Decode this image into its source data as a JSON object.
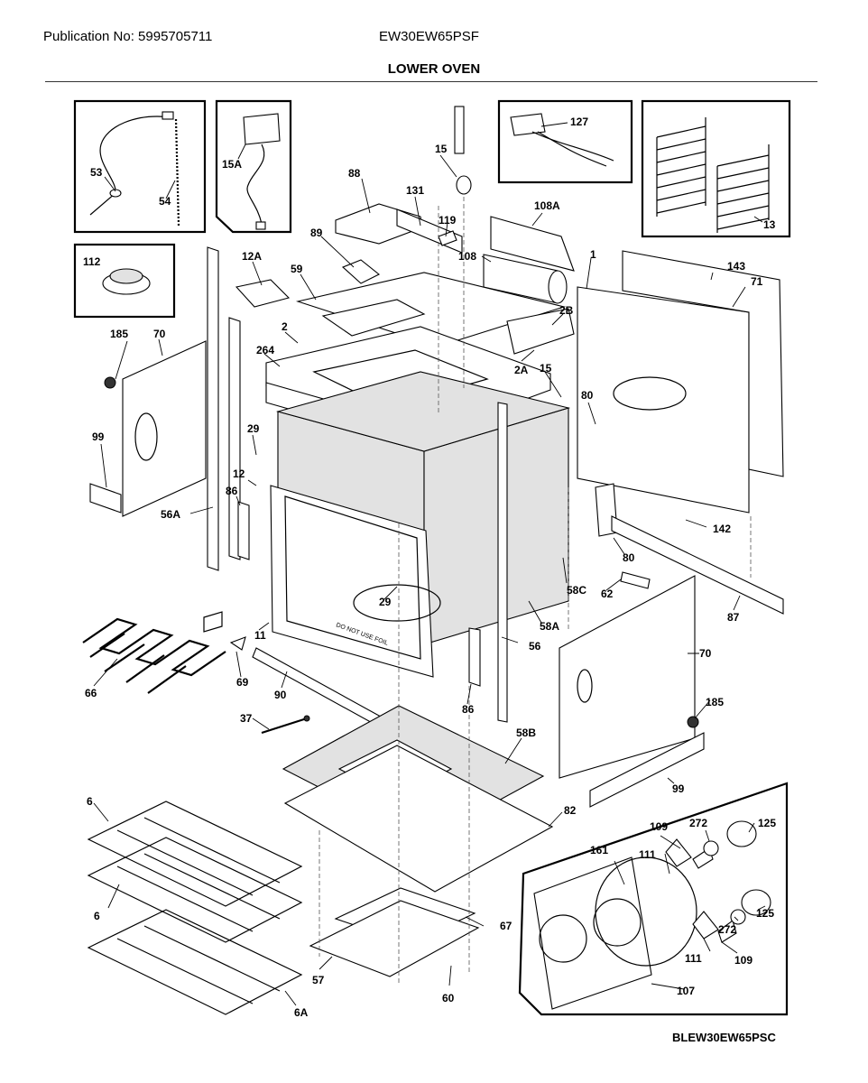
{
  "header": {
    "publication": "Publication No: 5995705711",
    "model": "EW30EW65PSF",
    "title": "LOWER OVEN",
    "diagram_code": "BLEW30EW65PSC"
  },
  "part_labels": {
    "l53": "53",
    "l54": "54",
    "l15A": "15A",
    "l15a": "15",
    "l127": "127",
    "l13": "13",
    "l131": "131",
    "l88": "88",
    "l119": "119",
    "l108A": "108A",
    "l108": "108",
    "l89": "89",
    "l1": "1",
    "l143": "143",
    "l71": "71",
    "l112": "112",
    "l12A": "12A",
    "l59": "59",
    "l2B": "2B",
    "l185a": "185",
    "l70a": "70",
    "l2": "2",
    "l264": "264",
    "l2A": "2A",
    "l15b": "15",
    "l80a": "80",
    "l99a": "99",
    "l29a": "29",
    "l12": "12",
    "l86a": "86",
    "l56A": "56A",
    "l142": "142",
    "l80b": "80",
    "l58C": "58C",
    "l62": "62",
    "l87": "87",
    "l29b": "29",
    "l58A": "58A",
    "l11": "11",
    "l56": "56",
    "l70b": "70",
    "l66": "66",
    "l69": "69",
    "l90": "90",
    "l86b": "86",
    "l185b": "185",
    "l37": "37",
    "l58B": "58B",
    "l99b": "99",
    "l6a": "6",
    "l82": "82",
    "l109a": "109",
    "l272a": "272",
    "l125a": "125",
    "l161": "161",
    "l111a": "111",
    "l6b": "6",
    "l67": "67",
    "l125b": "125",
    "l272b": "272",
    "l111b": "111",
    "l109b": "109",
    "l57": "57",
    "l60": "60",
    "l107": "107",
    "l6A": "6A"
  },
  "embossed_text": "DO NOT USE FOIL"
}
